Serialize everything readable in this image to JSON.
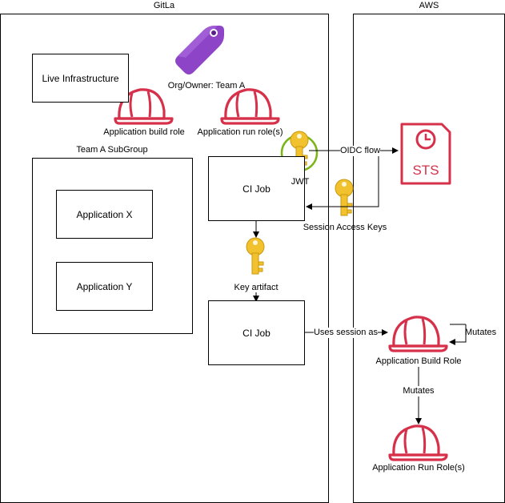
{
  "containers": {
    "gitlab": "GitLa",
    "aws": "AWS"
  },
  "boxes": {
    "live_infra": "Live Infrastructure",
    "subgroup_title": "Team A SubGroup",
    "app_x": "Application X",
    "app_y": "Application Y",
    "ci_job_1": "CI Job",
    "ci_job_2": "CI Job"
  },
  "labels": {
    "org_owner": "Org/Owner: Team A",
    "app_build_role": "Application build role",
    "app_run_roles": "Application run role(s)",
    "jwt": "JWT",
    "oidc_flow": "OIDC flow",
    "session_keys": "Session Access Keys",
    "key_artifact": "Key artifact",
    "uses_session": "Uses session as",
    "mutates_self": "Mutates",
    "mutates_down": "Mutates",
    "aws_build_role": "Application Build Role",
    "aws_run_roles": "Application Run Role(s)",
    "sts": "STS"
  },
  "icons": {
    "tag": "tag-icon",
    "helmet": "hard-hat-icon",
    "key": "key-icon",
    "sts": "sts-service-icon"
  },
  "colors": {
    "helmet": "#d6304a",
    "key": "#f2c12e",
    "tag": "#8e44c7",
    "sts": "#d6304a",
    "jwt_ring": "#7cb518"
  }
}
